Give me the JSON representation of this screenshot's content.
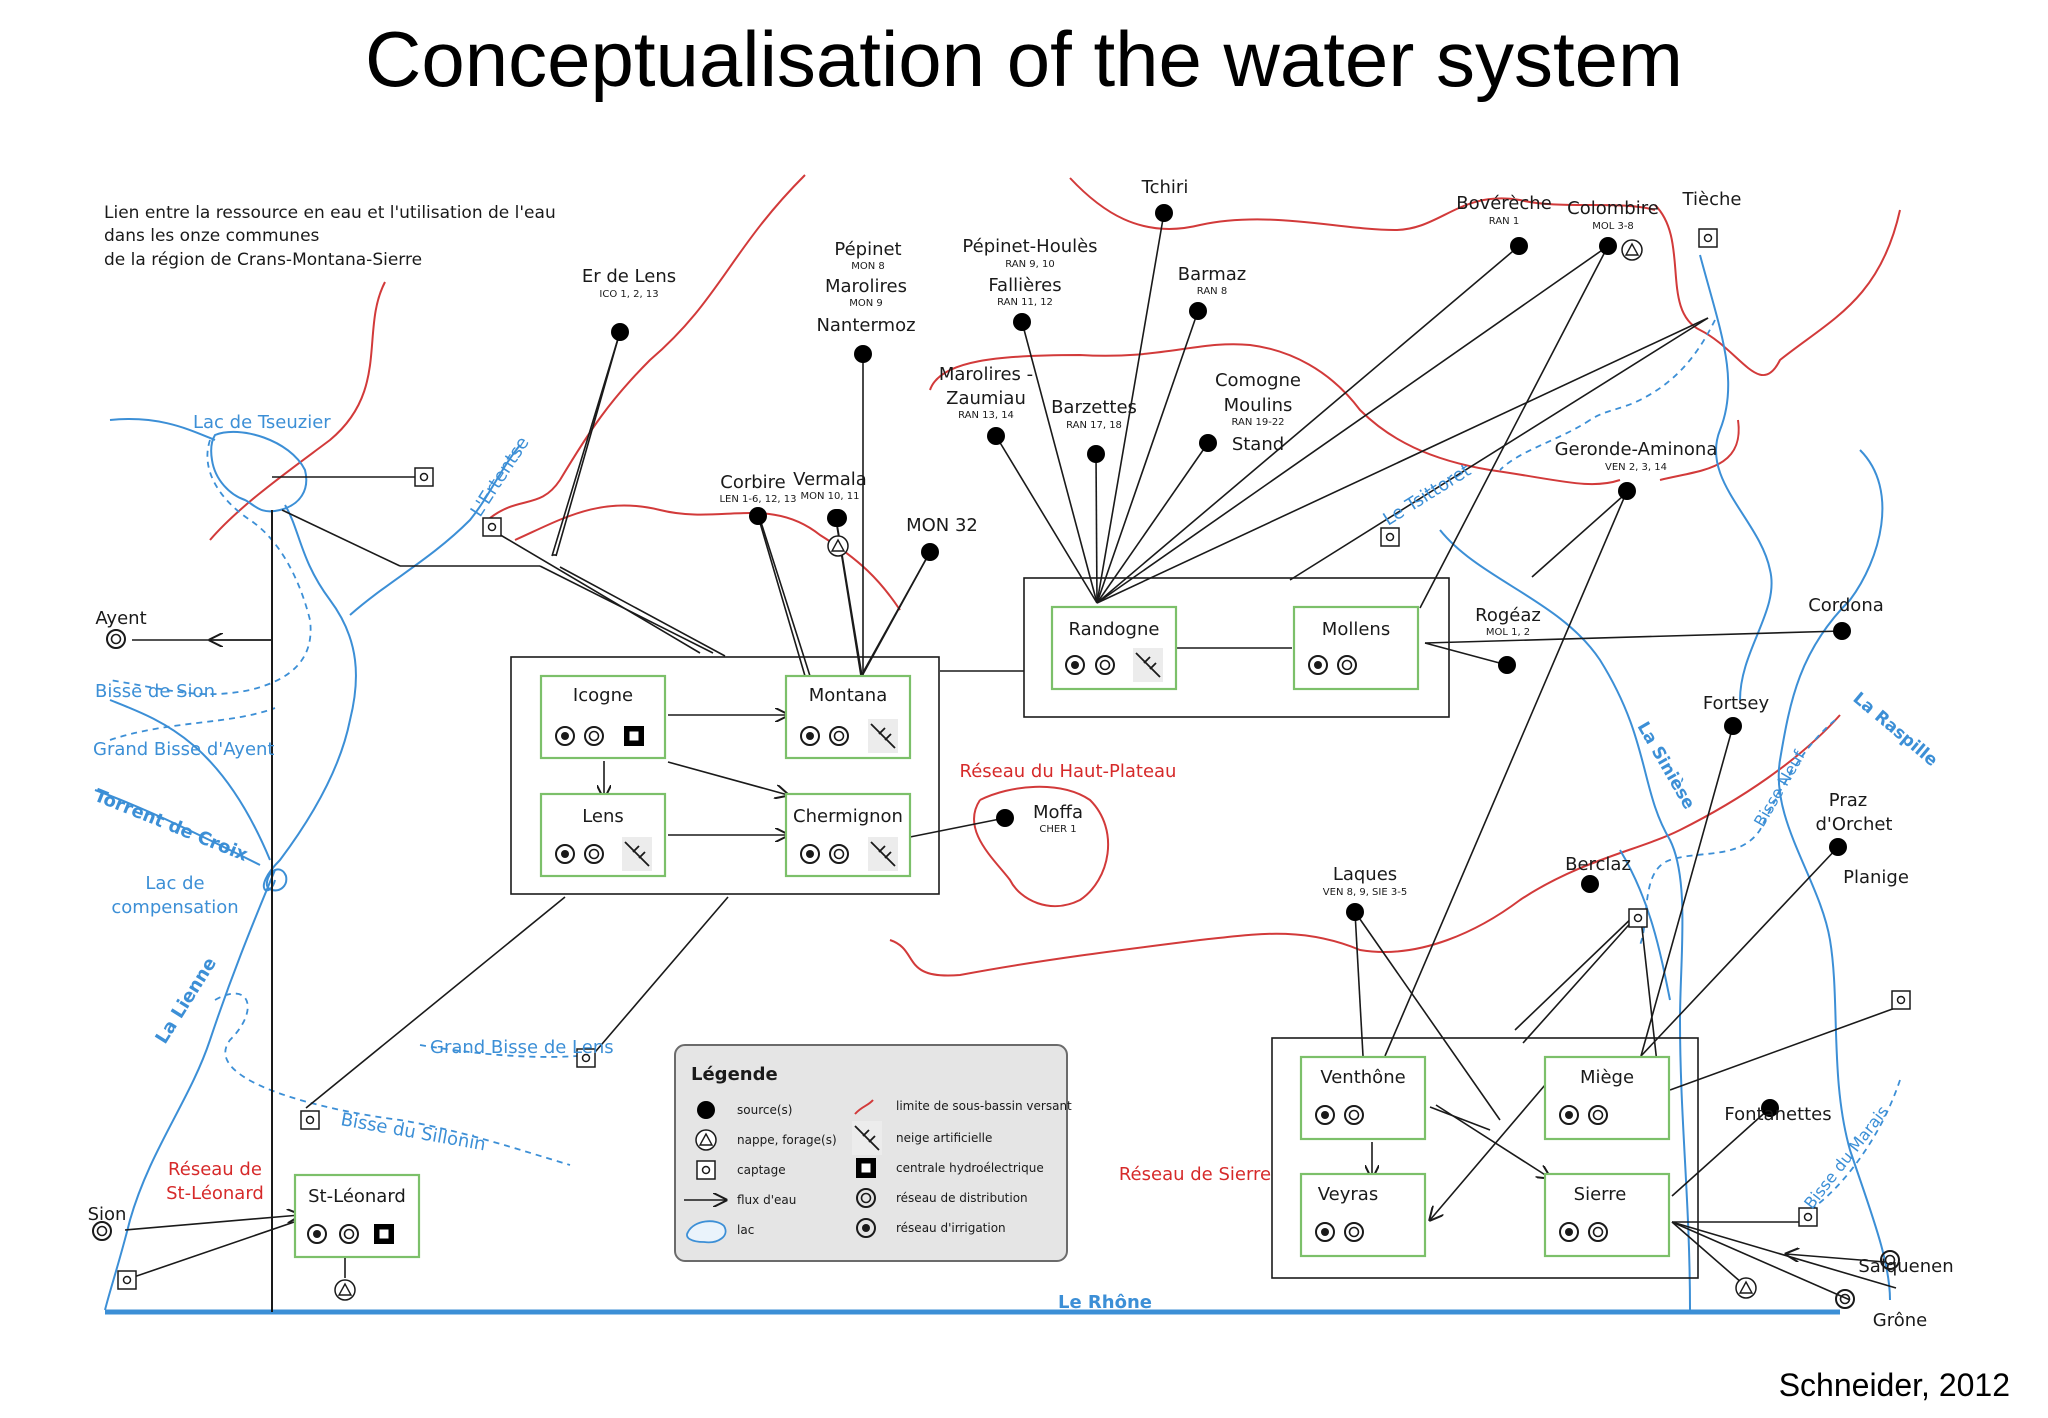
{
  "title": "Conceptualisation of the water system",
  "credit": "Schneider, 2012",
  "intro": [
    "Lien entre la ressource en eau et l'utilisation de l'eau",
    "dans les onze communes",
    "de la région de Crans-Montana-Sierre"
  ],
  "sources": [
    {
      "name": "Tchiri",
      "code": ""
    },
    {
      "name": "Bovérèche",
      "code": "RAN 1"
    },
    {
      "name": "Colombire",
      "code": "MOL 3-8"
    },
    {
      "name": "Tièche",
      "code": ""
    },
    {
      "name": "Pépinet",
      "code": "MON 8"
    },
    {
      "name": "Marolires",
      "code": "MON 9"
    },
    {
      "name": "Nantermoz",
      "code": ""
    },
    {
      "name": "Pépinet-Houlès",
      "code": "RAN 9, 10"
    },
    {
      "name": "Fallières",
      "code": "RAN 11, 12"
    },
    {
      "name": "Barmaz",
      "code": "RAN 8"
    },
    {
      "name": "Er de Lens",
      "code": "ICO 1, 2, 13"
    },
    {
      "name": "Marolires -",
      "code": ""
    },
    {
      "name": "Zaumiau",
      "code": "RAN 13, 14"
    },
    {
      "name": "Barzettes",
      "code": "RAN 17, 18"
    },
    {
      "name": "Comogne",
      "code": ""
    },
    {
      "name": "Moulins",
      "code": "RAN 19-22"
    },
    {
      "name": "Stand",
      "code": ""
    },
    {
      "name": "Geronde-Aminona",
      "code": "VEN 2, 3, 14"
    },
    {
      "name": "Corbire",
      "code": "LEN 1-6, 12, 13"
    },
    {
      "name": "Vermala",
      "code": "MON 10, 11"
    },
    {
      "name": "MON 32",
      "code": ""
    },
    {
      "name": "Rogéaz",
      "code": "MOL 1, 2"
    },
    {
      "name": "Cordona",
      "code": ""
    },
    {
      "name": "Fortsey",
      "code": ""
    },
    {
      "name": "Moffa",
      "code": "CHER 1"
    },
    {
      "name": "Praz",
      "code": ""
    },
    {
      "name": "d'Orchet",
      "code": ""
    },
    {
      "name": "Planige",
      "code": ""
    },
    {
      "name": "Berclaz",
      "code": ""
    },
    {
      "name": "Laques",
      "code": "VEN 8, 9, SIE 3-5"
    },
    {
      "name": "Fontanettes",
      "code": ""
    },
    {
      "name": "Salquenen",
      "code": ""
    },
    {
      "name": "Grône",
      "code": ""
    },
    {
      "name": "Ayent",
      "code": ""
    },
    {
      "name": "Sion",
      "code": ""
    }
  ],
  "communes": {
    "randogne": "Randogne",
    "mollens": "Mollens",
    "icogne": "Icogne",
    "montana": "Montana",
    "lens": "Lens",
    "chermignon": "Chermignon",
    "venthone": "Venthône",
    "miege": "Miège",
    "veyras": "Veyras",
    "sierre": "Sierre",
    "stleonard": "St-Léonard"
  },
  "water_labels": {
    "lac_tseuzier": "Lac de Tseuzier",
    "ertentse": "L'Ertentse",
    "tsittoret": "Le Tsittoret",
    "bisse_sion": "Bisse de Sion",
    "grand_bisse_ayent": "Grand Bisse d'Ayent",
    "torrent_croix": "Torrent de Croix",
    "lac_comp_1": "Lac de",
    "lac_comp_2": "compensation",
    "lienne": "La Lienne",
    "grand_bisse_lens": "Grand Bisse de Lens",
    "bisse_sillonin": "Bisse du Sillonin",
    "siniese": "La Sinièse",
    "bisse_neuf": "Bisse Neuf",
    "raspille": "La Raspille",
    "bisse_marais": "Bisse du Marais",
    "rhone": "Le Rhône"
  },
  "networks": {
    "haut_plateau": "Réseau du Haut-Plateau",
    "st_leonard_1": "Réseau de",
    "st_leonard_2": "St-Léonard",
    "sierre": "Réseau de Sierre"
  },
  "legend": {
    "title": "Légende",
    "items": [
      "source(s)",
      "nappe, forage(s)",
      "captage",
      "flux d'eau",
      "lac",
      "limite de sous-bassin versant",
      "neige artificielle",
      "centrale hydroélectrique",
      "réseau de distribution",
      "réseau d'irrigation"
    ]
  },
  "colors": {
    "water": "#3c8fd6",
    "boundary": "#d23a3a",
    "commune_border": "#7cc06a",
    "legend_bg": "#e5e5e5",
    "ink": "#1a1a1a"
  }
}
